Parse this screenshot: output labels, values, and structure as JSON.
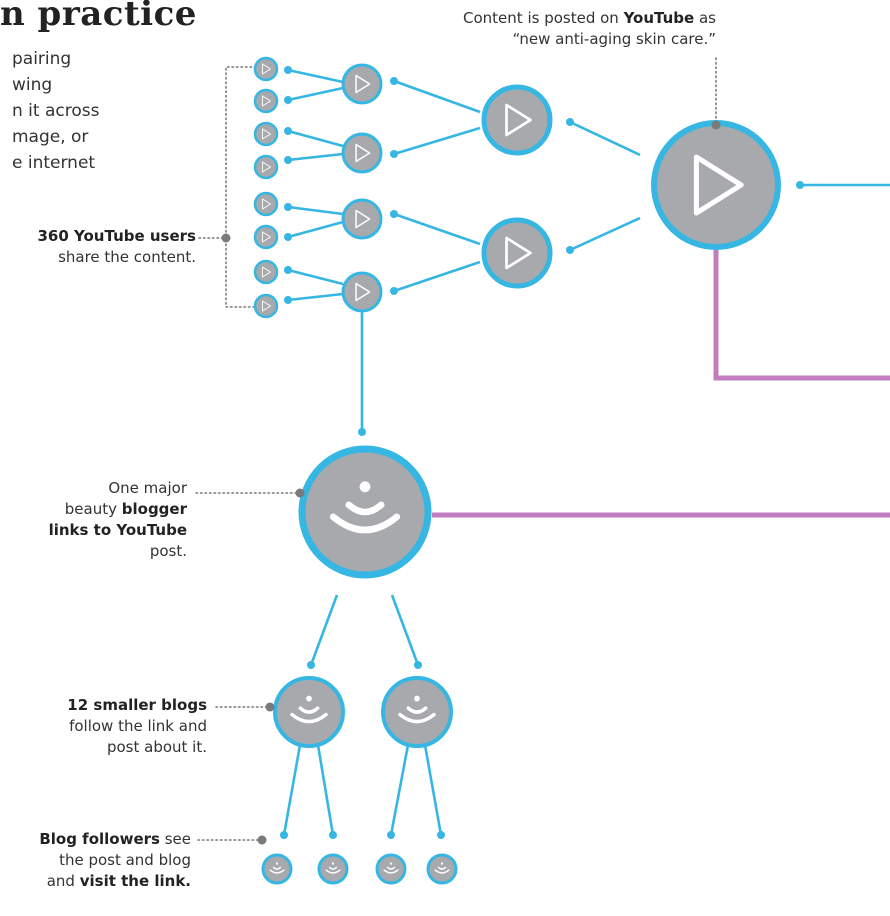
{
  "heading": "n practice",
  "intro_lines": [
    "pairing",
    "wing",
    "n it across",
    "mage, or",
    "e internet"
  ],
  "colors": {
    "accent": "#36b6e2",
    "pink": "#c17dbd",
    "node_fill": "#a7a9ac",
    "glyph": "#ffffff",
    "dot": "#7a7a7a"
  },
  "labels": {
    "youtube_post": {
      "line1_pre": "Content is posted on ",
      "line1_bold": "YouTube",
      "line1_post": " as",
      "line2": "“new anti-aging skin care.”"
    },
    "youtube_users": {
      "bold": "360 YouTube users",
      "line2": "share the content."
    },
    "major_blogger": {
      "line1": "One major",
      "line2_pre": "beauty ",
      "line2_bold": "blogger",
      "line3_bold": "links to YouTube",
      "line4": "post."
    },
    "smaller_blogs": {
      "bold": "12 smaller blogs",
      "line2": "follow the link and",
      "line3": "post about it."
    },
    "blog_followers": {
      "line1_bold": "Blog followers",
      "line1_post": " see",
      "line2": "the post and blog",
      "line3_pre": "and ",
      "line3_bold": "visit the link."
    }
  },
  "icons": {
    "youtube_node": "play-icon",
    "blog_node": "broadcast-icon"
  }
}
